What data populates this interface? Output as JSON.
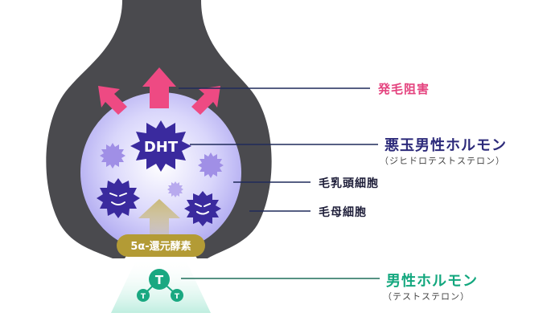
{
  "labels": {
    "hair_loss": "発毛阻害",
    "bad_hormone": "悪玉男性ホルモン",
    "bad_hormone_sub": "（ジヒドロテストステロン）",
    "papilla": "毛乳頭細胞",
    "matrix": "毛母細胞",
    "good_hormone": "男性ホルモン",
    "good_hormone_sub": "（テストステロン）"
  },
  "dht": "DHT",
  "enzyme": "5α-還元酵素",
  "t_big": "T",
  "t_small": "T",
  "colors": {
    "follicle": "#4a4a4e",
    "arrow": "#ee4a83",
    "dht": "#3a2a9e",
    "virus_light": "#a08fe6",
    "enzyme_bg": "#b39b35",
    "testosterone": "#1aa881",
    "line_dark": "#1f2a5a",
    "line_green": "#1f6f5a"
  }
}
